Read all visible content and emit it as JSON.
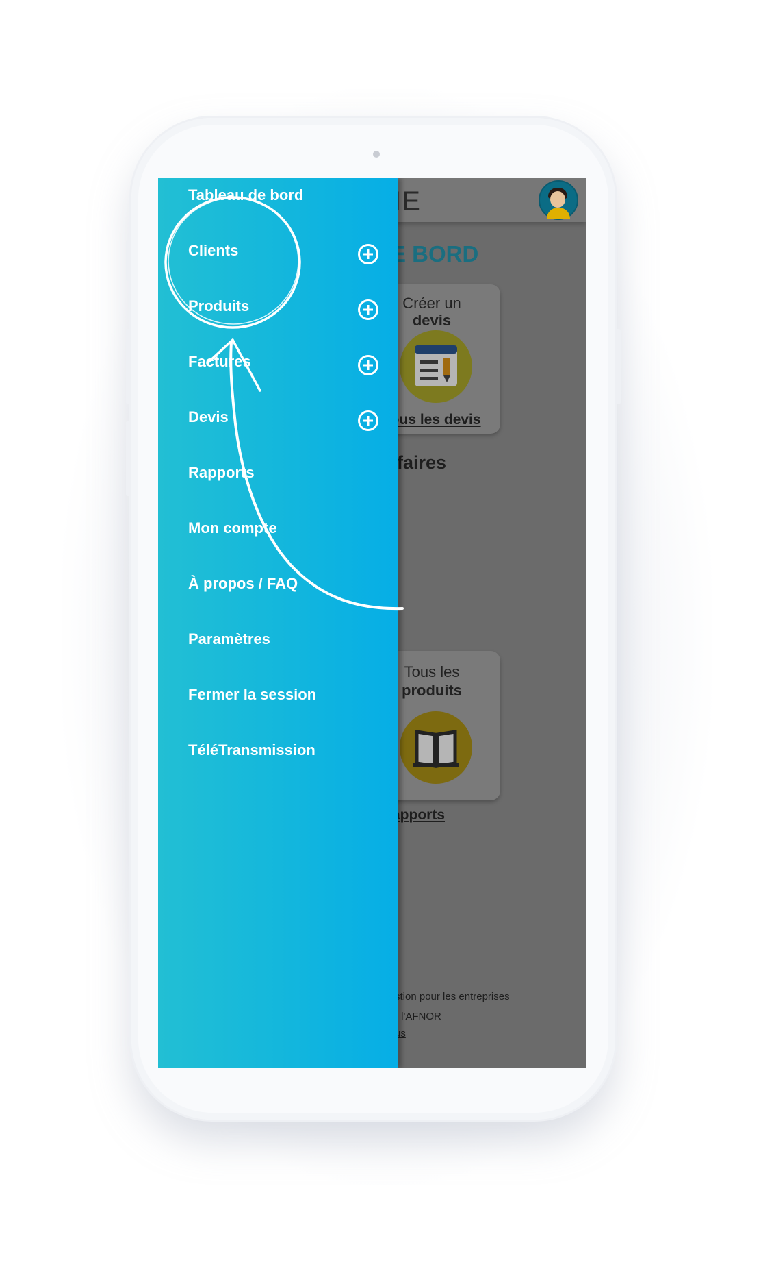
{
  "background_app": {
    "title_fragment": "IIE",
    "section_title_fragment": "E BORD",
    "card_devis": {
      "line1": "Créer un",
      "line2": "devis",
      "link": "Tous les devis"
    },
    "section2_fragment": "ffaires",
    "card_produits": {
      "line1": "Tous les",
      "line2": "produits"
    },
    "rapports_link_fragment": "apports",
    "footer": {
      "line1": "stion pour les entreprises",
      "line2": "r l'AFNOR",
      "line3": "us"
    }
  },
  "drawer": {
    "items": [
      {
        "label": "Tableau de bord",
        "has_add": false
      },
      {
        "label": "Clients",
        "has_add": true
      },
      {
        "label": "Produits",
        "has_add": true
      },
      {
        "label": "Factures",
        "has_add": true
      },
      {
        "label": "Devis",
        "has_add": true
      },
      {
        "label": "Rapports",
        "has_add": false
      },
      {
        "label": "Mon compte",
        "has_add": false
      },
      {
        "label": "À propos / FAQ",
        "has_add": false
      },
      {
        "label": "Paramètres",
        "has_add": false
      },
      {
        "label": "Fermer la session",
        "has_add": false
      },
      {
        "label": "TéléTransmission",
        "has_add": false
      }
    ]
  },
  "colors": {
    "drawer_gradient_start": "#22bfd4",
    "drawer_gradient_end": "#06aee6",
    "overlay": "#6b6b6b",
    "accent_title": "#1a6e80"
  }
}
